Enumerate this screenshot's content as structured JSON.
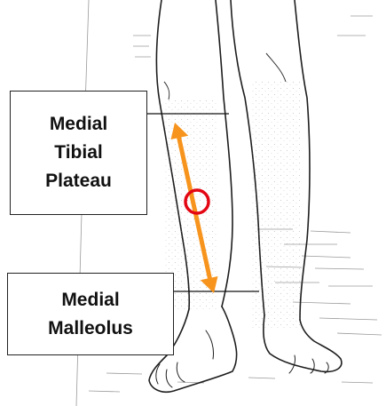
{
  "labels": {
    "upper": {
      "line1": "Medial",
      "line2": "Tibial",
      "line3": "Plateau"
    },
    "lower": {
      "line1": "Medial",
      "line2": "Malleolus"
    }
  },
  "colors": {
    "arrow": "#f7941d",
    "marker": "#e30613",
    "ink": "#222222"
  }
}
